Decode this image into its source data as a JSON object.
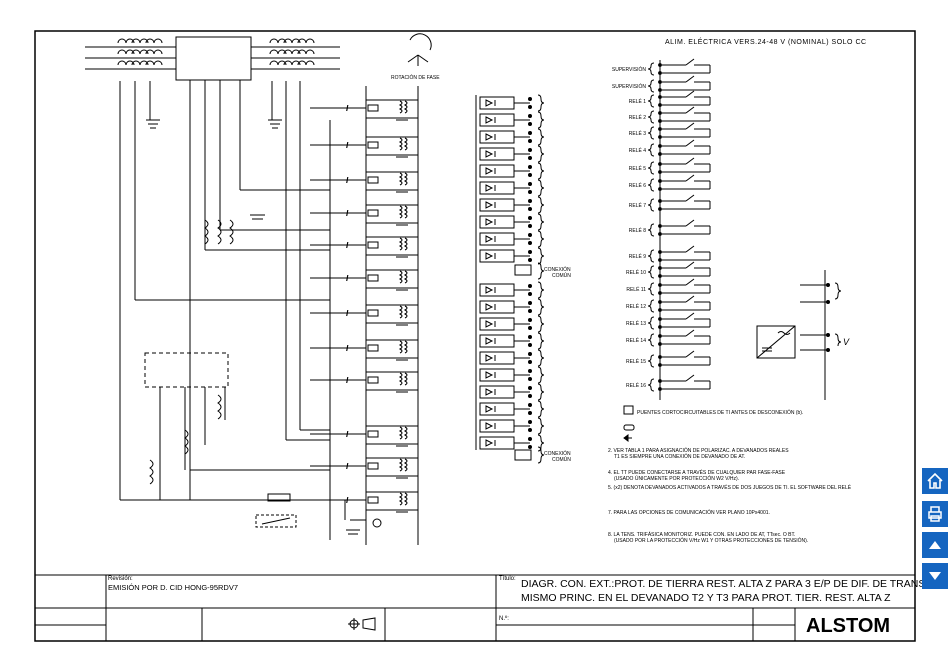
{
  "power_supply": {
    "title": "ALIM. ELÉCTRICA VERS.24-48 V (NOMINAL) SOLO CC"
  },
  "phase_rotation": "ROTACIÓN DE FASE",
  "current_symbol": "I",
  "voltage_symbol": "V",
  "common_connection": [
    "CONEXIÓN",
    "COMÚN"
  ],
  "relay_labels": [
    "SUPERVISIÓN",
    "SUPERVISIÓN",
    "RELÉ 1",
    "RELÉ 2",
    "RELÉ 3",
    "RELÉ 4",
    "RELÉ 5",
    "RELÉ 6",
    "RELÉ 7",
    "RELÉ 8",
    "RELÉ 9",
    "RELÉ 10",
    "RELÉ 11",
    "RELÉ 12",
    "RELÉ 13",
    "RELÉ 14",
    "RELÉ 15",
    "RELÉ 16"
  ],
  "notes": {
    "legend_shorting": "PUENTES CORTOCIRCUITABLES DE TI ANTES DE DESCONEXIÓN (b).",
    "note2_a": "2. VER TABLA 1 PARA ASIGNACIÓN DE POLARIZAC. A DEVANADOS REALES",
    "note2_b": "T1 ES SIEMPRE UNA CONEXIÓN DE DEVANADO DE AT.",
    "note4_a": "4. EL TT PUEDE CONECTARSE A TRAVÉS DE CUALQUIER PAR FASE-FASE",
    "note4_b": "(USADO ÚNICAMENTE POR PROTECCIÓN W2 V/Hz).",
    "note5": "5. (x2) DENOTA DEVANADOS ACTIVADOS A TRAVÉS DE DOS JUEGOS DE TI. EL SOFTWARE DEL RELÉ",
    "note7": "7. PARA LAS OPCIONES DE COMUNICACIÓN VER PLANO 10Px4001.",
    "note8_a": "8. LA TENS. TRIFÁSICA MONITORIZ. PUEDE CON. EN LADO DE AT, TTsec. O BT.",
    "note8_b": "(USADO POR LA PROTECCIÓN V/Hz W1 Y OTRAS PROTECCIONES DE TENSIÓN)."
  },
  "title_block": {
    "revision_label": "Revisión:",
    "revision_text": "EMISIÓN POR D. CID HONG-95RDV7",
    "title_label": "Título:",
    "title_line1": "DIAGR. CON. EXT.:PROT. DE TIERRA REST. ALTA Z PARA 3 E/P DE DIF. DE TRANSF.",
    "title_line2": "MISMO PRINC. EN EL DEVANADO T2 Y T3 PARA PROT. TIER. REST. ALTA Z",
    "number_label": "N.º:",
    "logo": "ALSTOM"
  },
  "sidebar": [
    {
      "icon": "home-icon"
    },
    {
      "icon": "print-icon"
    },
    {
      "icon": "arrow-up-icon"
    },
    {
      "icon": "arrow-down-icon"
    }
  ]
}
